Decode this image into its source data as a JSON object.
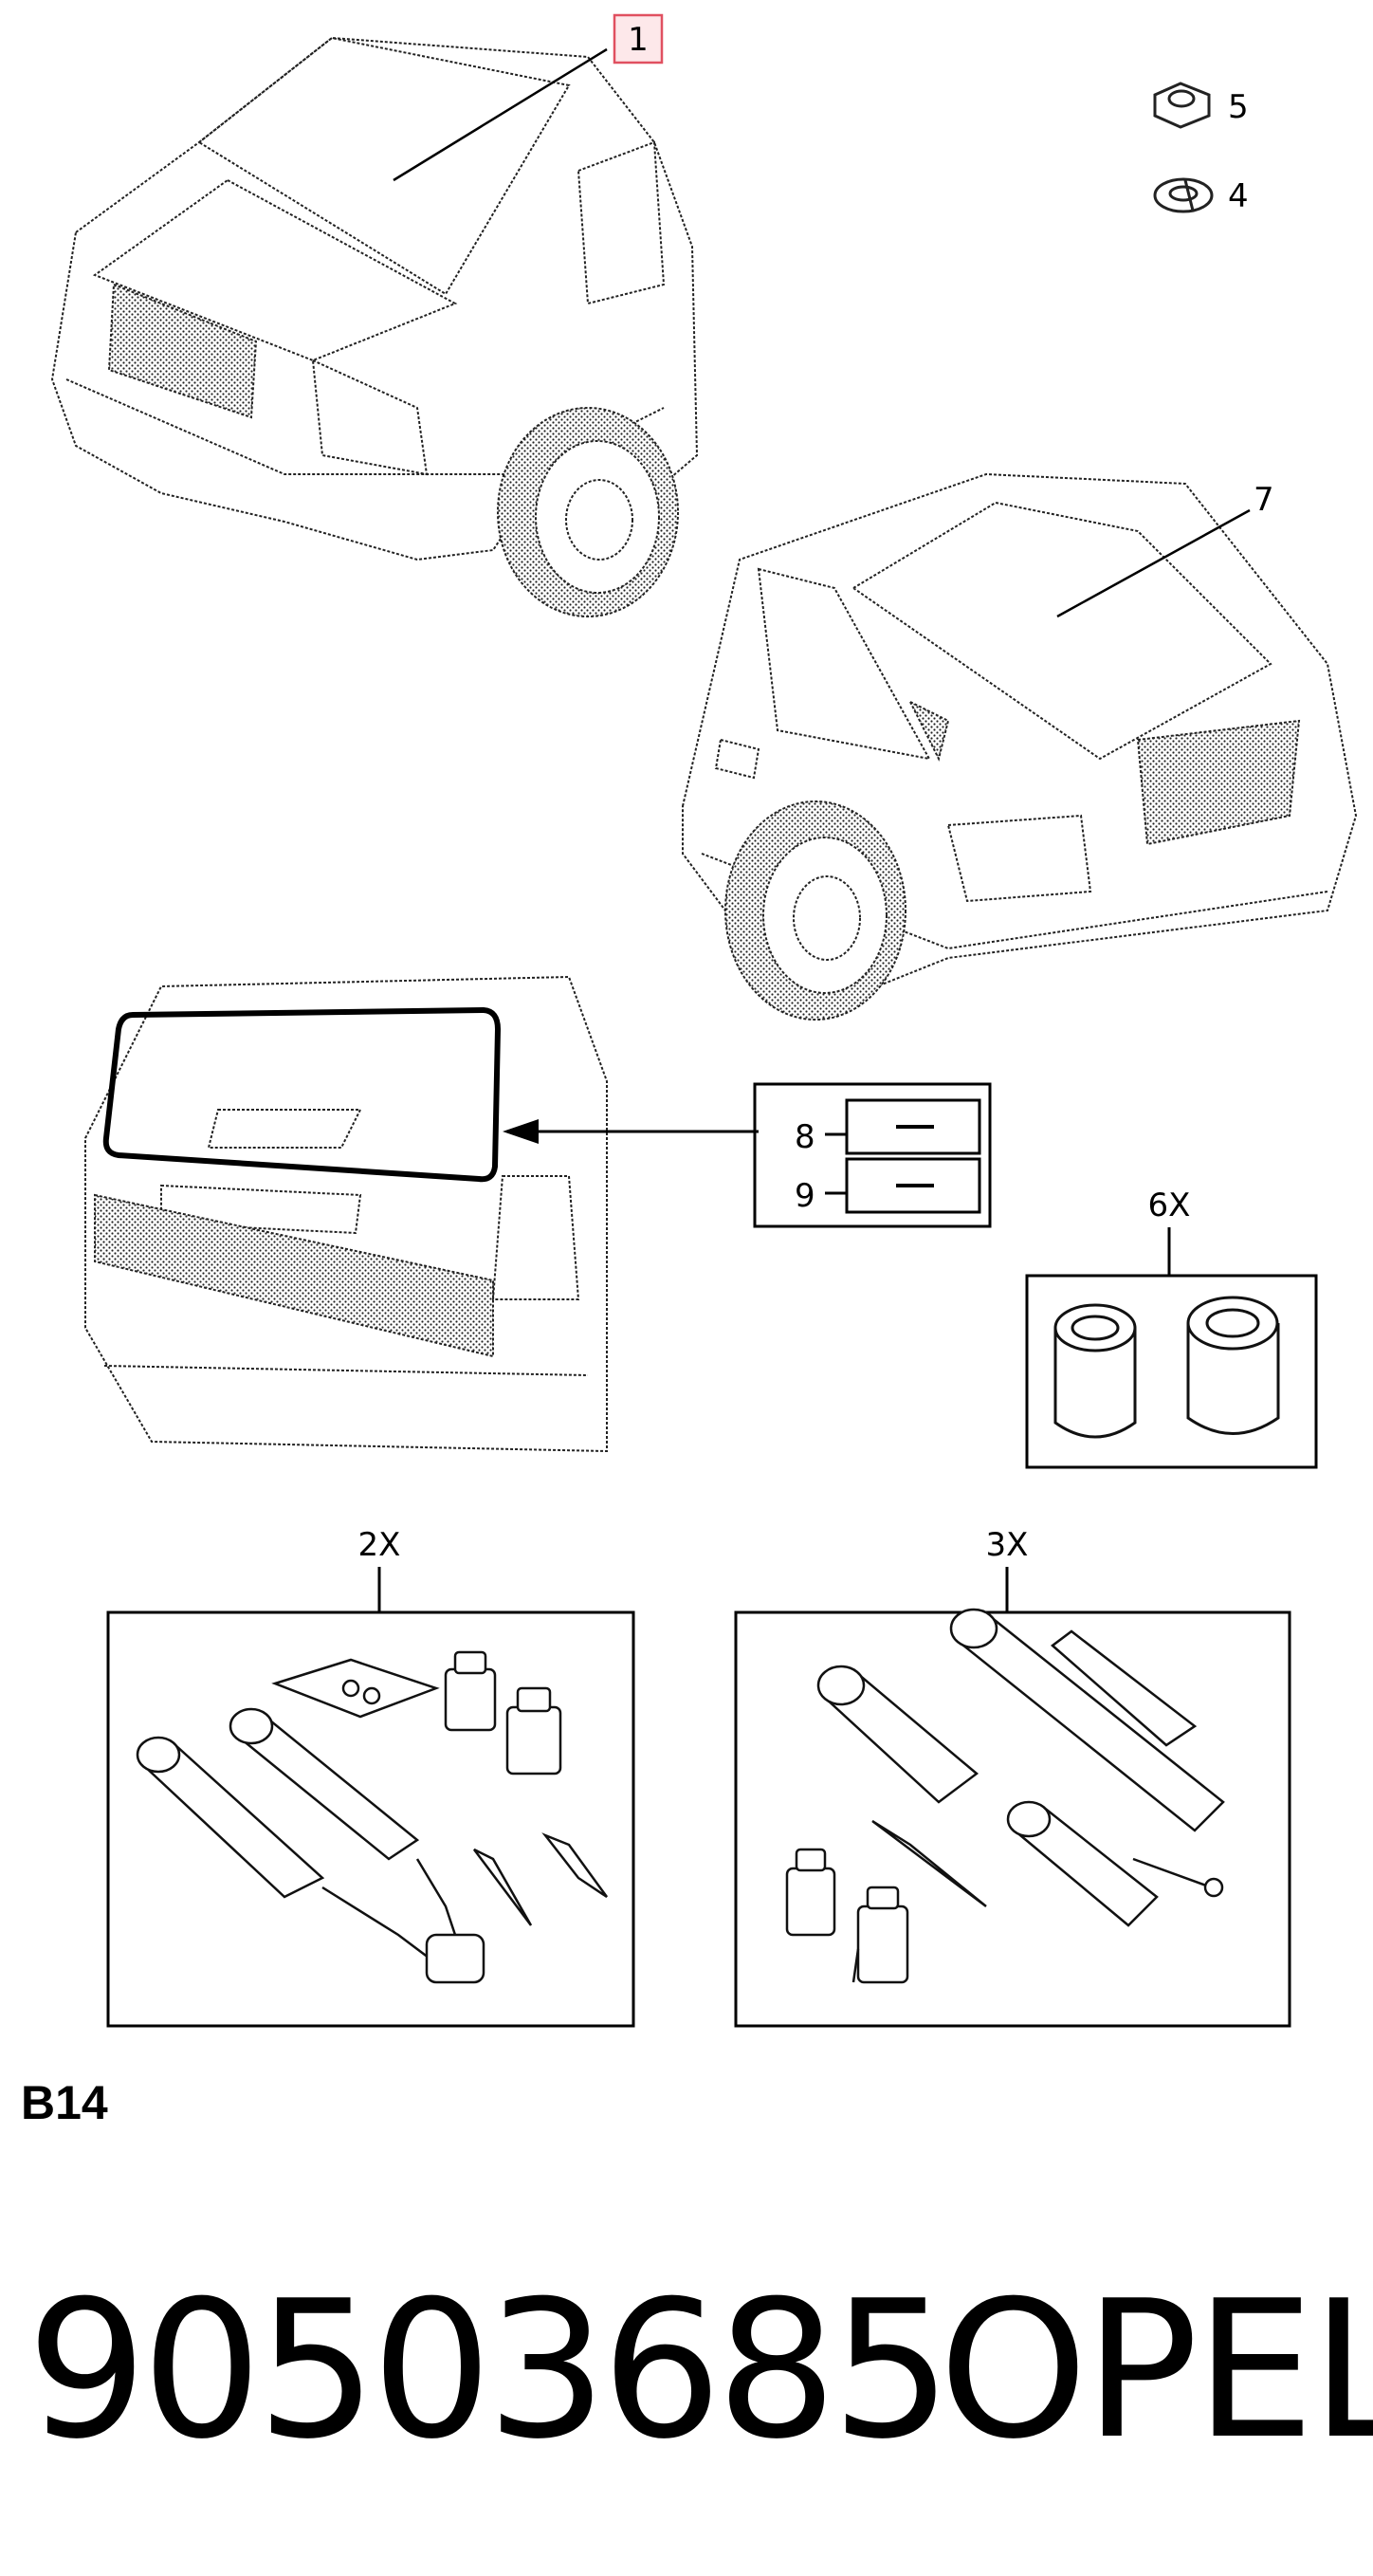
{
  "diagram": {
    "callouts": {
      "c1": "1",
      "c4": "4",
      "c5": "5",
      "c6": "6X",
      "c7": "7",
      "c8": "8",
      "c9": "9",
      "c2x": "2X",
      "c3x": "3X"
    },
    "highlight_color": "#e05060"
  },
  "footer": {
    "section_code": "B14",
    "part_number": "90503685",
    "brand": "OPEL"
  }
}
